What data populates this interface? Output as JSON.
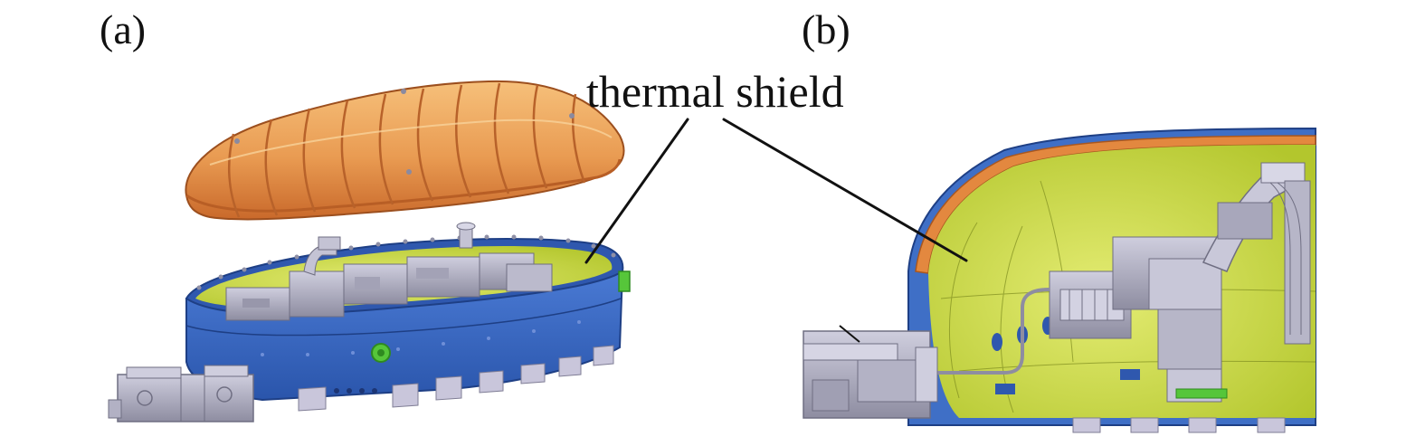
{
  "panels": [
    {
      "label": "(a)"
    },
    {
      "label": "(b)"
    }
  ],
  "callout": {
    "text": "thermal shield"
  },
  "colors": {
    "shield_orange": "#e3883f",
    "shield_light": "#f3b46b",
    "vessel_blue": "#3f6fc6",
    "vessel_dark": "#264c9a",
    "inner_yellow": "#c7d83c",
    "inner_pale": "#dfe86a",
    "machinery_gray": "#a7a6b6",
    "feet_gray": "#b9b6cb",
    "flange_green": "#56c63a",
    "leader_line": "#111111"
  }
}
